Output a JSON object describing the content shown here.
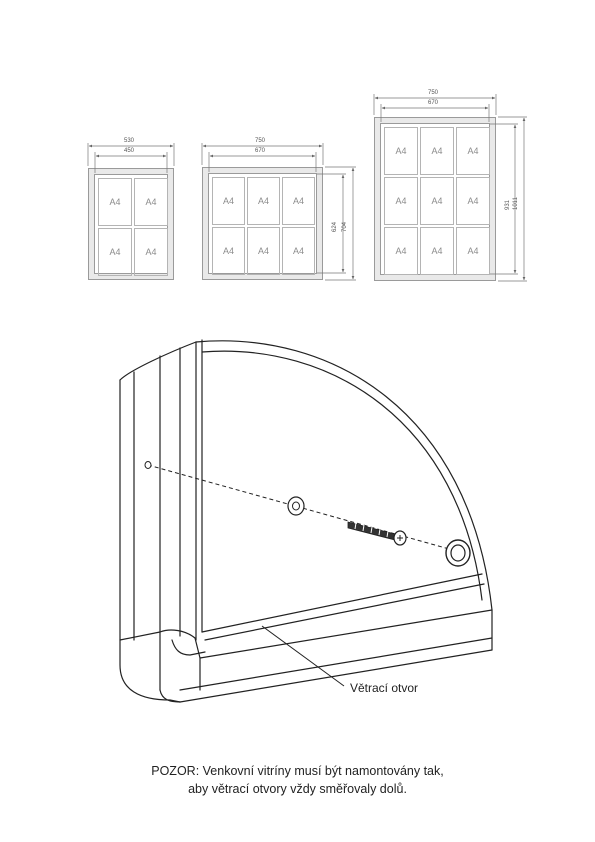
{
  "cell_label": "A4",
  "frames": [
    {
      "name": "small-frame",
      "outer_width": "530",
      "inner_width": "450",
      "cols": 2,
      "rows": 2
    },
    {
      "name": "medium-frame",
      "outer_width": "750",
      "inner_width": "670",
      "outer_height": "704",
      "inner_height": "624",
      "cols": 3,
      "rows": 2
    },
    {
      "name": "large-frame",
      "outer_width": "750",
      "inner_width": "670",
      "outer_height": "1011",
      "inner_height": "931",
      "cols": 3,
      "rows": 3
    }
  ],
  "callout": {
    "vent_label": "Větrací otvor"
  },
  "warning": {
    "line1": "POZOR: Venkovní vitríny musí být namontovány tak,",
    "line2": "aby větrací otvory vždy směřovaly dolů."
  }
}
